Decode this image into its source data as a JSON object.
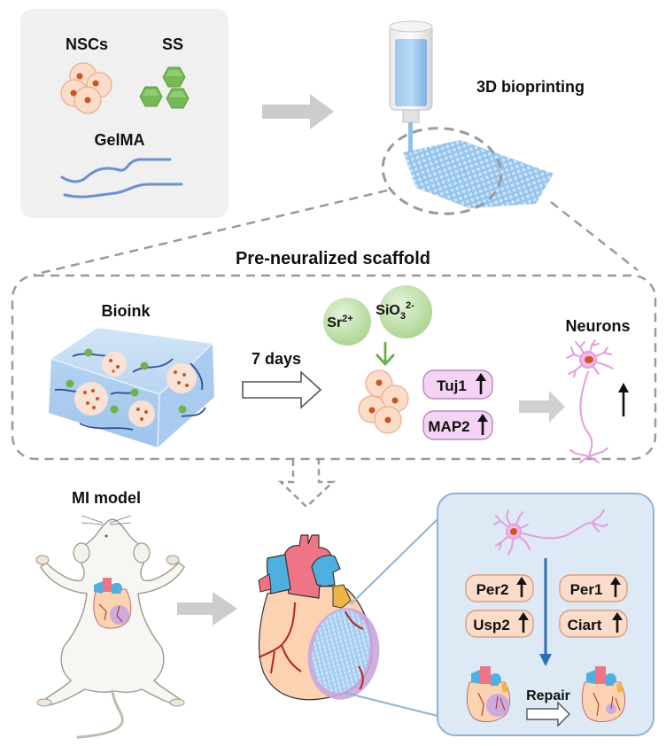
{
  "materials": {
    "nscs_label": "NSCs",
    "ss_label": "SS",
    "gelma_label": "GelMA"
  },
  "bioprinting": {
    "label": "3D bioprinting"
  },
  "scaffold": {
    "title": "Pre-neuralized scaffold",
    "bioink_label": "Bioink",
    "duration_label": "7 days",
    "ions": [
      {
        "base": "Sr",
        "sub": "",
        "sup": "2+"
      },
      {
        "base": "SiO",
        "sub": "3",
        "sup": "2-"
      }
    ],
    "markers": [
      {
        "name": "Tuj1",
        "trend": "up"
      },
      {
        "name": "MAP2",
        "trend": "up"
      }
    ],
    "neurons_label": "Neurons",
    "neurons_trend": "up"
  },
  "model": {
    "label": "MI model"
  },
  "mechanism": {
    "genes": [
      {
        "name": "Per2",
        "trend": "up"
      },
      {
        "name": "Per1",
        "trend": "up"
      },
      {
        "name": "Usp2",
        "trend": "up"
      },
      {
        "name": "Ciart",
        "trend": "up"
      }
    ],
    "repair_label": "Repair"
  },
  "colors": {
    "panel_gray": "#f0f0f0",
    "dash_gray": "#9a9a9a",
    "arrow_gray": "#cfcfcf",
    "cell_fill": "#fbd9c4",
    "cell_stroke": "#e7a886",
    "nucleus": "#c9551f",
    "hex_green": "#6fb24e",
    "ion_green": "#c4e3b0",
    "gel_blue": "#5d84c9",
    "scaffold_blue": "#9ecbf0",
    "marker_fill": "#f4d3f4",
    "marker_stroke": "#b98ab8",
    "gene_fill": "#fbdccb",
    "gene_stroke": "#d99f82",
    "inset_fill": "#dde9f5",
    "inset_stroke": "#8fb4d6",
    "heart_body": "#fbd3b3",
    "heart_red": "#ee7486",
    "heart_blue": "#4fb0df",
    "vessel": "#b3261e",
    "infarct": "#c8a6e0",
    "neuron_pink": "#e9a6e4"
  }
}
